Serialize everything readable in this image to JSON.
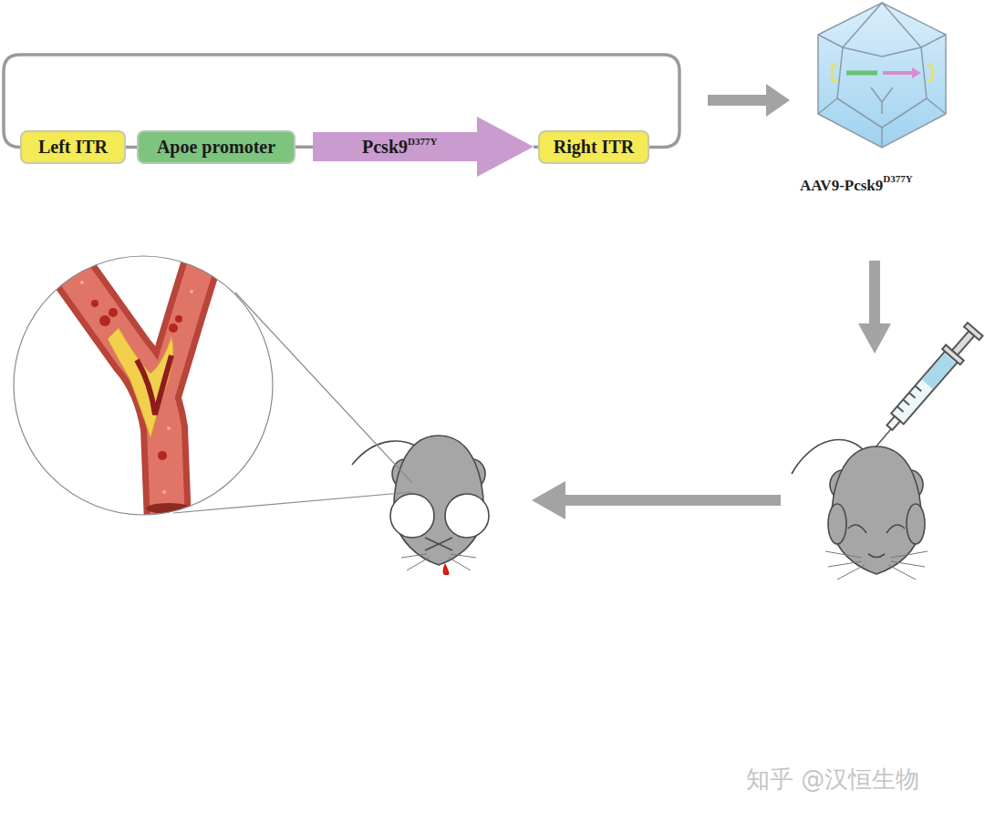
{
  "diagram": {
    "nodes": [
      {
        "text": [
          "Left ITR"
        ]
      },
      {
        "text": [
          "Apoe promoter"
        ]
      },
      {
        "text": [
          "Pcsk9",
          "D377Y"
        ]
      },
      {
        "text": [
          "Right ITR"
        ]
      }
    ],
    "edges": [
      {
        "from": 0,
        "to": 1,
        "arrow": "none"
      },
      {
        "from": 1,
        "to": 2,
        "arrow": "none"
      },
      {
        "from": 2,
        "to": 3,
        "arrow": "none"
      },
      {
        "from": 0,
        "to": 3,
        "arrow": "none"
      }
    ],
    "labels": [
      "AAV9-Pcsk9",
      "D377Y",
      "知乎 @汉恒生物"
    ]
  }
}
